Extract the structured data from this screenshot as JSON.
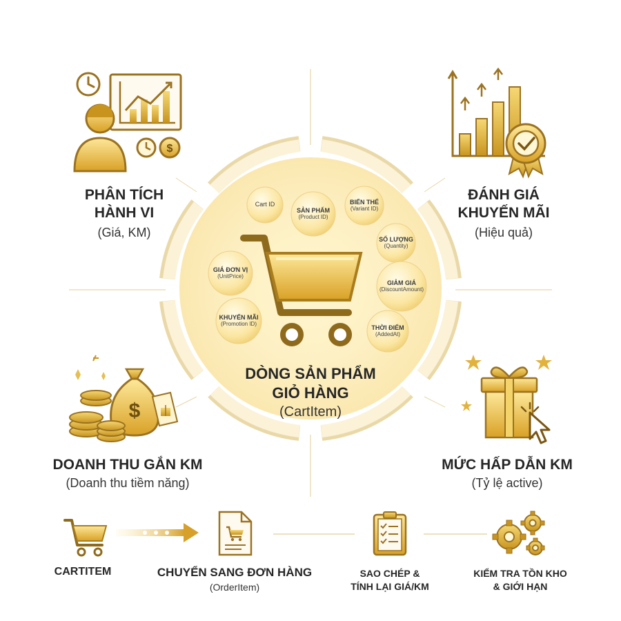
{
  "center": {
    "title_line1": "DÒNG SẢN PHẨM",
    "title_line2": "GIỎ HÀNG",
    "subtitle": "(CartItem)"
  },
  "fields": [
    {
      "name": "Cart ID",
      "code": ""
    },
    {
      "name": "SẢN PHẨM",
      "code": "(Product ID)"
    },
    {
      "name": "BIẾN THỂ",
      "code": "(Variant ID)"
    },
    {
      "name": "SỐ LƯỢNG",
      "code": "(Quantity)"
    },
    {
      "name": "GIẢM GIÁ",
      "code": "(DiscountAmount)"
    },
    {
      "name": "THỜI ĐIỂM",
      "code": "(AddedAt)"
    },
    {
      "name": "KHUYẾN MÃI",
      "code": "(Promotion ID)"
    },
    {
      "name": "GIÁ ĐƠN VỊ",
      "code": "(UnitPrice)"
    }
  ],
  "quadrants": {
    "top_left": {
      "line1": "PHÂN TÍCH",
      "line2": "HÀNH VI",
      "sub": "(Giá, KM)",
      "icon": "person-chart-icon"
    },
    "top_right": {
      "line1": "ĐÁNH GIÁ",
      "line2": "KHUYẾN MÃI",
      "sub": "(Hiệu quả)",
      "icon": "bar-chart-badge-icon"
    },
    "bottom_left": {
      "line1": "DOANH THU GẮN KM",
      "sub": "(Doanh thu tiềm năng)",
      "icon": "money-bag-coins-icon"
    },
    "bottom_right": {
      "line1": "MỨC HẤP DẪN KM",
      "sub": "(Tỷ lệ active)",
      "icon": "gift-cursor-icon"
    }
  },
  "flow": [
    {
      "line1": "CARTITEM",
      "line2": "",
      "icon": "cart-icon"
    },
    {
      "line1": "CHUYỂN SANG ĐƠN HÀNG",
      "line2": "(OrderItem)",
      "icon": "document-cart-icon"
    },
    {
      "line1": "SAO CHÉP &",
      "line2": "TÍNH LẠI GIÁ/KM",
      "icon": "clipboard-checklist-icon"
    },
    {
      "line1": "KIỂM TRA TỒN KHO",
      "line2": "& GIỚI HẠN",
      "icon": "gears-icon"
    }
  ],
  "colors": {
    "gold": "#d8a830",
    "gold_dark": "#8a6418",
    "gold_light": "#fbe7a6",
    "line": "#e2c98a"
  }
}
